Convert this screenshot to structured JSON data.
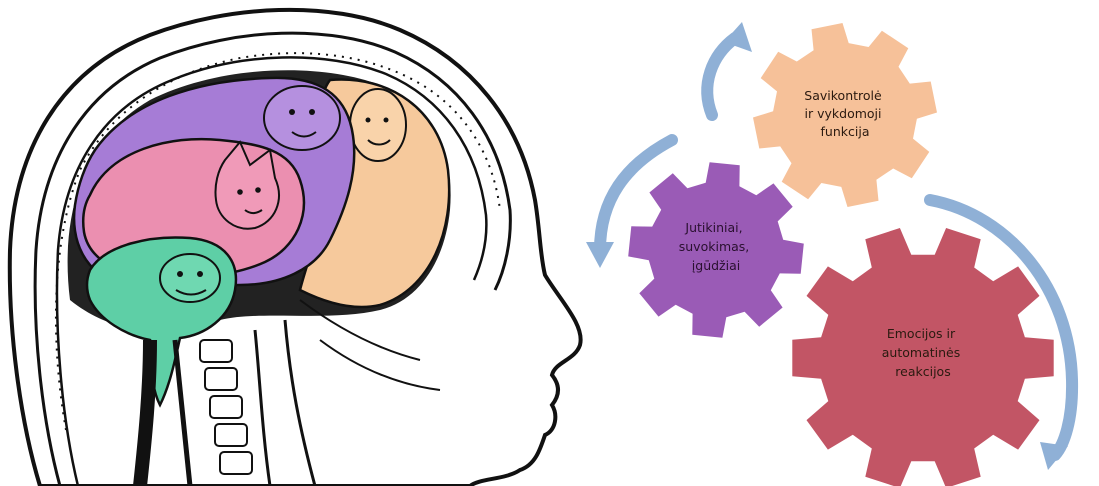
{
  "left_illustration": {
    "regions": [
      {
        "name": "human-cortex-region",
        "color": "#f6c99c"
      },
      {
        "name": "monkey-cortex-region",
        "color": "#a67cd6"
      },
      {
        "name": "dog-limbic-region",
        "color": "#eb8fb0"
      },
      {
        "name": "lizard-brainstem-region",
        "color": "#5ecfa6"
      }
    ]
  },
  "gears": [
    {
      "id": "top",
      "color": "#f6c199",
      "lines": [
        "Savikontrolė",
        "ir vykdomoji",
        "funkcija"
      ]
    },
    {
      "id": "middle",
      "color": "#9a5bb6",
      "lines": [
        "Jutikiniai,",
        "suvokimas,",
        "įgūdžiai"
      ]
    },
    {
      "id": "bottom",
      "color": "#c25565",
      "lines": [
        "Emocijos ir",
        "automatinės",
        "reakcijos"
      ]
    }
  ],
  "arrows": {
    "color": "#8fb0d6"
  }
}
